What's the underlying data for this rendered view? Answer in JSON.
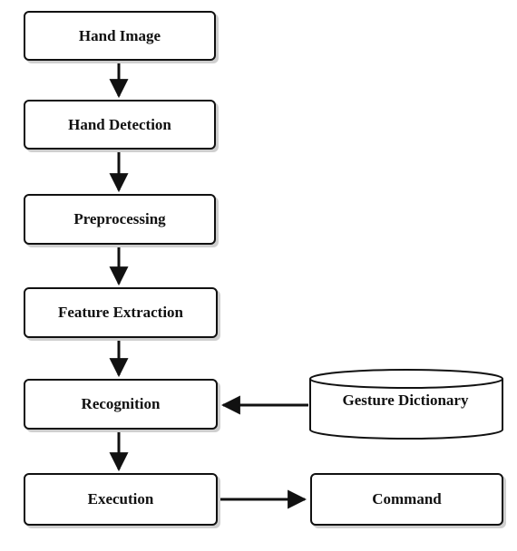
{
  "nodes": {
    "hand_image": "Hand Image",
    "hand_detection": "Hand Detection",
    "preprocessing": "Preprocessing",
    "feature_extraction": "Feature Extraction",
    "recognition": "Recognition",
    "execution": "Execution",
    "gesture_dictionary": "Gesture Dictionary",
    "command": "Command"
  },
  "colors": {
    "stroke": "#111111",
    "shadow": "#cfcfcf",
    "background": "#ffffff"
  }
}
